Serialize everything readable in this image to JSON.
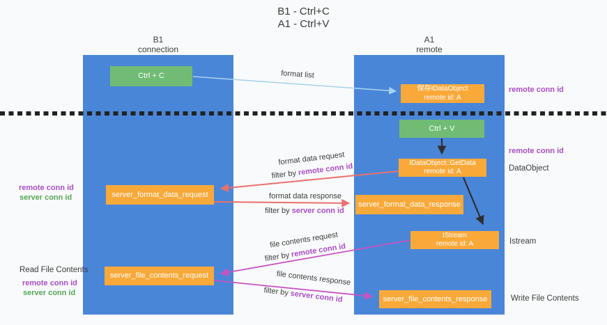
{
  "title": {
    "line1": "B1 - Ctrl+C",
    "line2": "A1 - Ctrl+V"
  },
  "lanes": {
    "b1": {
      "name": "B1",
      "subtitle": "connection"
    },
    "a1": {
      "name": "A1",
      "subtitle": "remote"
    }
  },
  "nodes": {
    "ctrl_c": {
      "label": "Ctrl + C"
    },
    "ctrl_v": {
      "label": "Ctrl + V"
    },
    "save_idataobject": {
      "line1": "保存IDataObject",
      "line2": "remote id: A"
    },
    "idataobject_getdata": {
      "line1": "IDataObject::GetData",
      "line2": "remote id: A"
    },
    "istream": {
      "line1": "IStream",
      "line2": "remote id: A"
    },
    "server_format_data_request": {
      "label": "server_format_data_request"
    },
    "server_format_data_response": {
      "label": "server_format_data_response"
    },
    "server_file_contents_request": {
      "label": "server_file_contents_request"
    },
    "server_file_contents_response": {
      "label": "server_file_contents_response"
    }
  },
  "edge_labels": {
    "format_list": "format list",
    "format_data_request": "format data request",
    "format_data_response": "format data response",
    "file_contents_request": "file contents request",
    "file_contents_response": "file contents response",
    "filter_by": "filter by",
    "remote_conn_id": "remote conn id",
    "server_conn_id": "server conn id"
  },
  "side_labels": {
    "remote_conn_id": "remote conn id",
    "server_conn_id": "server conn id",
    "dataobject": "DataObject",
    "istream": "Istream",
    "read_file_contents": "Read File Contents",
    "write_file_contents": "Write File Contents"
  },
  "colors": {
    "column_blue": "#4a86d8",
    "node_green": "#71bc74",
    "node_orange": "#f9a939",
    "arrow_blue": "#a6d2f0",
    "arrow_red": "#e8716d",
    "arrow_magenta": "#c753c3",
    "arrow_black": "#2e2e2e",
    "label_purple": "#a94ec4",
    "label_green": "#55a757",
    "dash_black": "#222222"
  }
}
